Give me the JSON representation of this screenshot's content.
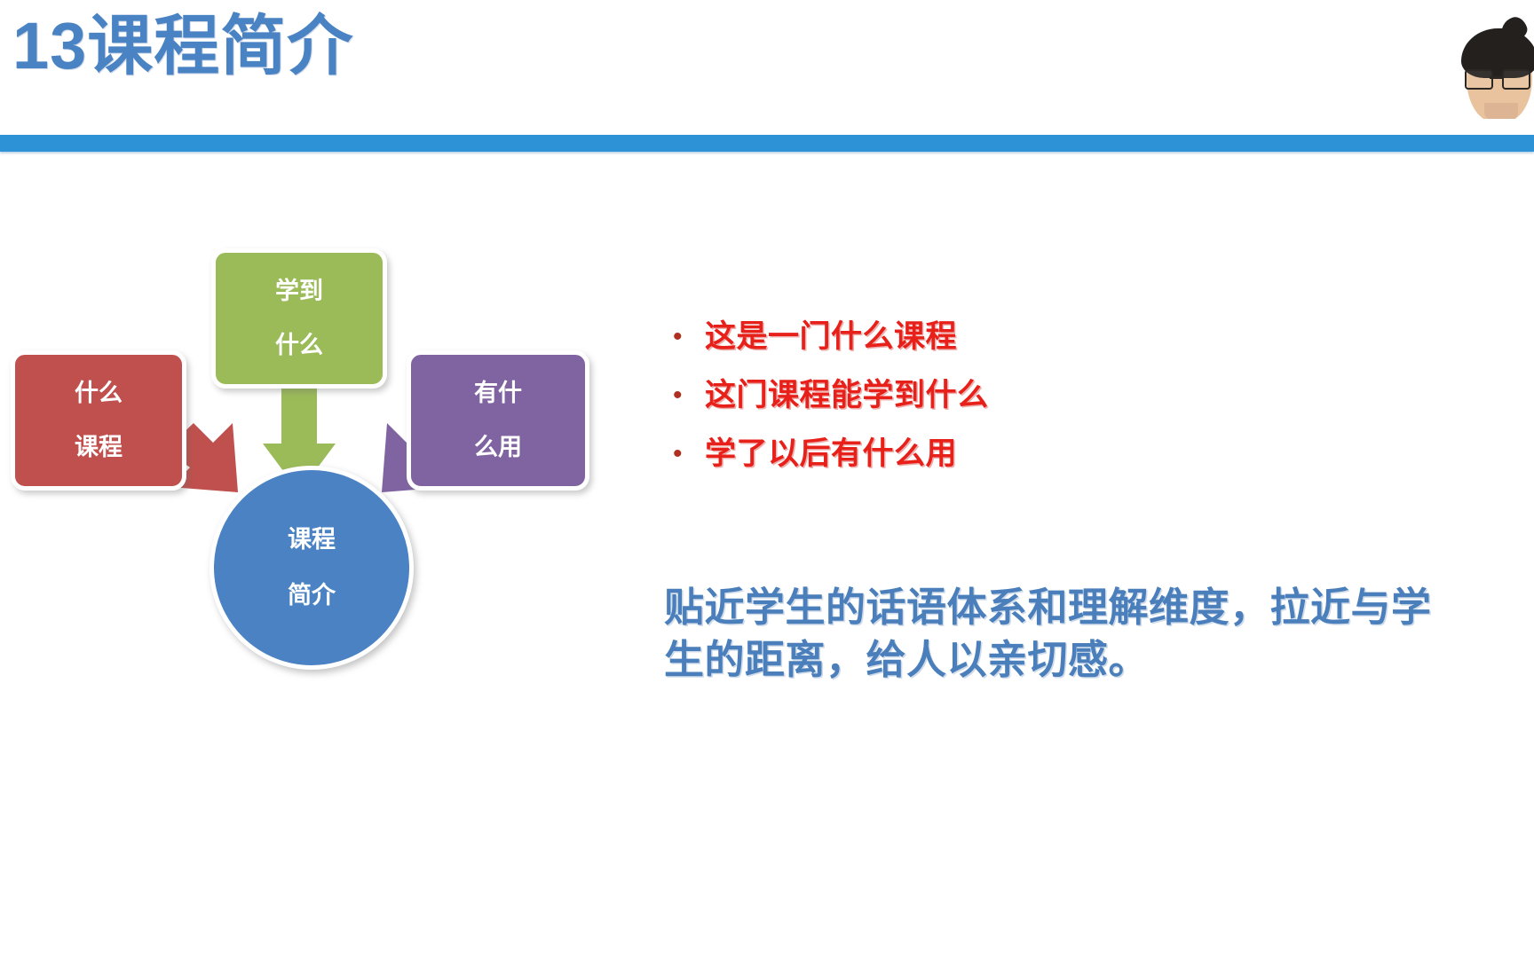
{
  "slide": {
    "title": "13课程简介",
    "rule_color": "#2E93D6",
    "title_color": "#4A83C4",
    "background": "#FFFFFF"
  },
  "presenter": {
    "label": "presenter webcam overlay"
  },
  "diagram": {
    "nodes": [
      {
        "id": "what-course",
        "lines": [
          "什么",
          "课程"
        ],
        "color": "#C0504D",
        "shape": "rounded-box"
      },
      {
        "id": "learn-what",
        "lines": [
          "学到",
          "什么"
        ],
        "color": "#9BBB59",
        "shape": "rounded-box"
      },
      {
        "id": "what-use",
        "lines": [
          "有什",
          "么用"
        ],
        "color": "#8064A2",
        "shape": "rounded-box"
      },
      {
        "id": "course-intro",
        "lines": [
          "课程",
          "简介"
        ],
        "color": "#4A82C3",
        "shape": "circle"
      }
    ],
    "arrows": [
      {
        "from": "what-course",
        "to": "course-intro",
        "color": "#C0504D"
      },
      {
        "from": "learn-what",
        "to": "course-intro",
        "color": "#9BBB59"
      },
      {
        "from": "what-use",
        "to": "course-intro",
        "color": "#8064A2"
      }
    ]
  },
  "bullets": {
    "marker": "•",
    "color": "#E8201A",
    "items": [
      "这是一门什么课程",
      "这门课程能学到什么",
      "学了以后有什么用"
    ]
  },
  "summary": {
    "color": "#4A7FBB",
    "lines": [
      "贴近学生的话语体系和理解维度，拉近与学",
      "生的距离，给人以亲切感。"
    ]
  }
}
